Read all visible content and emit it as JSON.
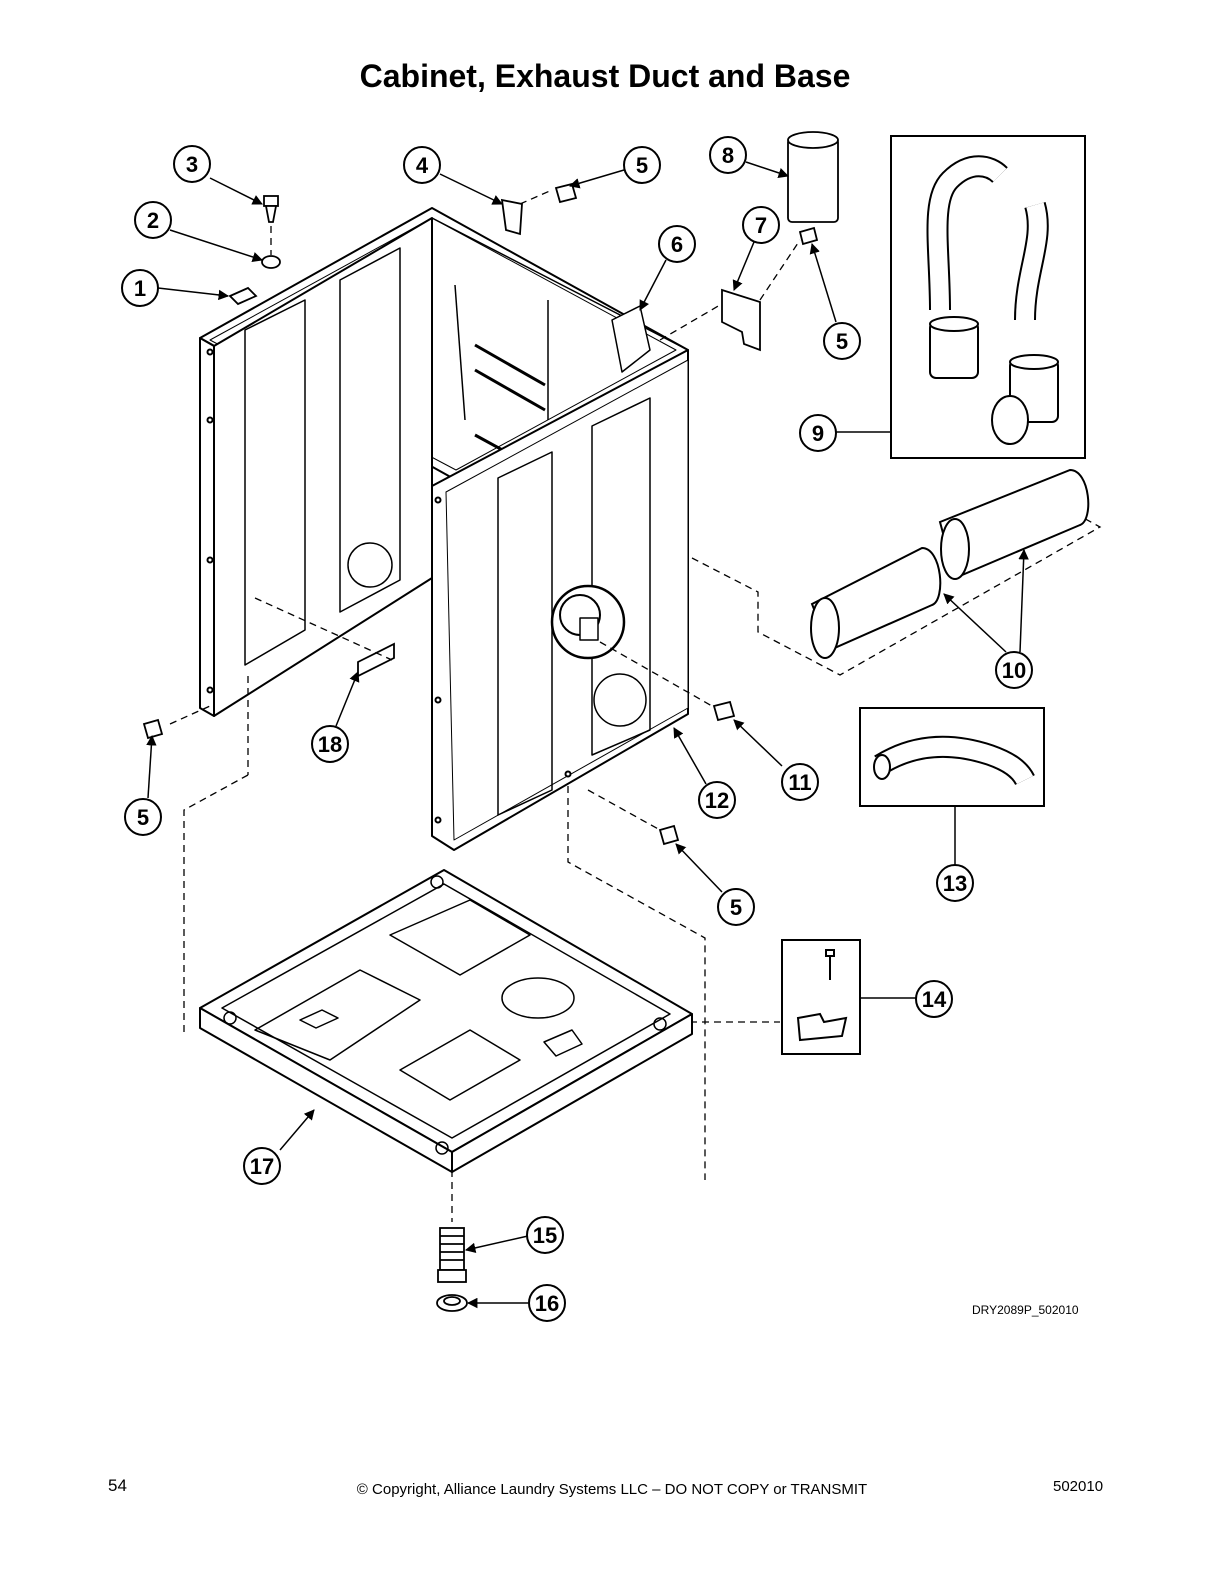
{
  "title": "Cabinet, Exhaust Duct and Base",
  "drawing_code": "DRY2089P_502010",
  "footer": {
    "page_number": "54",
    "copyright": "© Copyright, Alliance Laundry Systems LLC – DO NOT COPY or TRANSMIT",
    "doc_code": "502010"
  },
  "callouts": {
    "c1": "1",
    "c2": "2",
    "c3": "3",
    "c4": "4",
    "c5a": "5",
    "c6": "6",
    "c7": "7",
    "c8": "8",
    "c5b": "5",
    "c9": "9",
    "c10": "10",
    "c18": "18",
    "c11": "11",
    "c5c": "5",
    "c12": "12",
    "c13": "13",
    "c5d": "5",
    "c14": "14",
    "c17": "17",
    "c15": "15",
    "c16": "16"
  }
}
